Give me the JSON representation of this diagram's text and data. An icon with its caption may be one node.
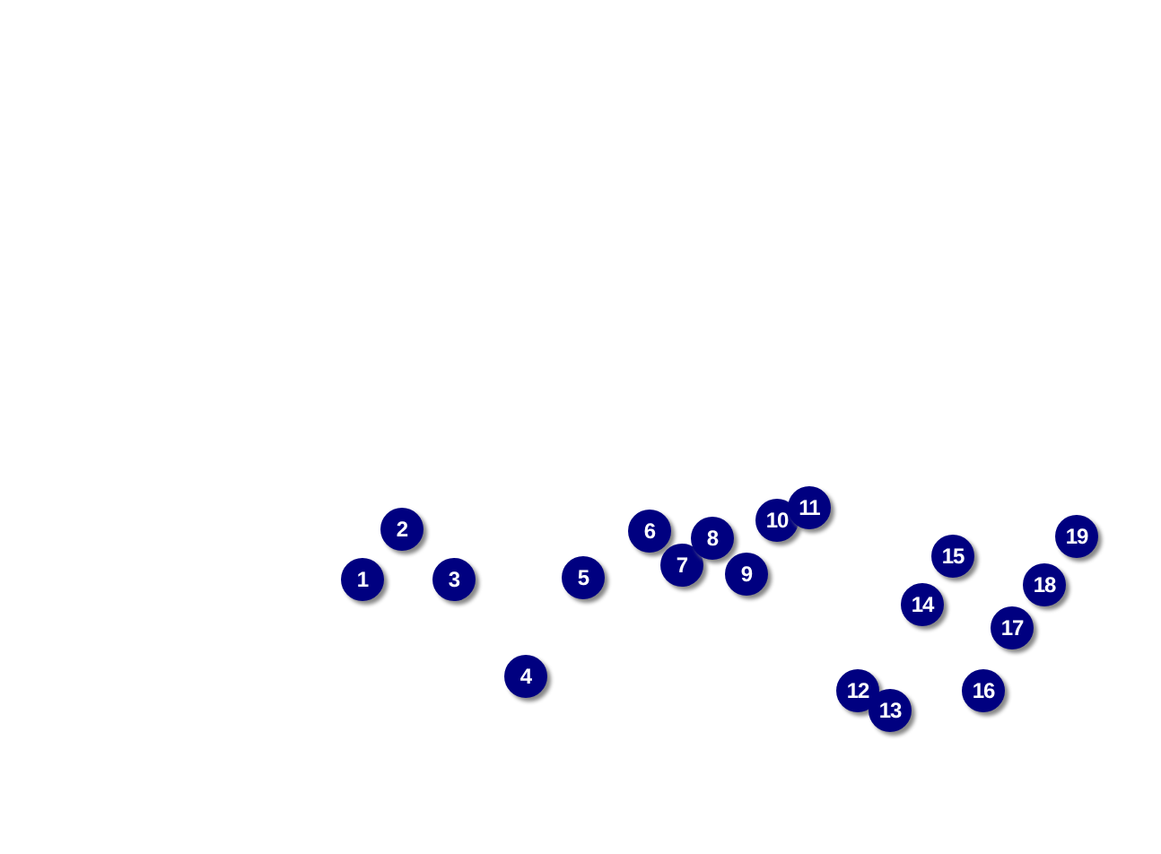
{
  "diagram": {
    "nodes": [
      {
        "text": [
          "1"
        ]
      },
      {
        "text": [
          "2"
        ]
      },
      {
        "text": [
          "3"
        ]
      },
      {
        "text": [
          "4"
        ]
      },
      {
        "text": [
          "5"
        ]
      },
      {
        "text": [
          "6"
        ]
      },
      {
        "text": [
          "7"
        ]
      },
      {
        "text": [
          "8"
        ]
      },
      {
        "text": [
          "9"
        ]
      },
      {
        "text": [
          "10"
        ]
      },
      {
        "text": [
          "11"
        ]
      },
      {
        "text": [
          "12"
        ]
      },
      {
        "text": [
          "13"
        ]
      },
      {
        "text": [
          "14"
        ]
      },
      {
        "text": [
          "15"
        ]
      },
      {
        "text": [
          "16"
        ]
      },
      {
        "text": [
          "17"
        ]
      },
      {
        "text": [
          "18"
        ]
      },
      {
        "text": [
          "19"
        ]
      }
    ]
  }
}
